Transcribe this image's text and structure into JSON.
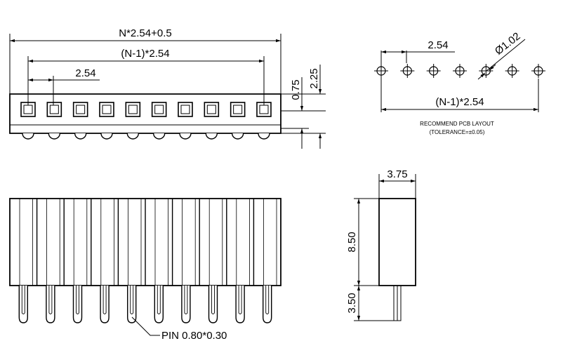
{
  "top_view": {
    "overall_length": "N*2.54+0.5",
    "pitch_span": "(N-1)*2.54",
    "pitch": "2.54",
    "dim_small": "0.75",
    "dim_height": "2.25",
    "pin_count": 10
  },
  "pcb_layout": {
    "pitch": "2.54",
    "hole_diameter": "Ø1.02",
    "pitch_span": "(N-1)*2.54",
    "title": "RECOMMEND  PCB  LAYOUT",
    "tolerance": "(TOLERANCE=±0.05)",
    "hole_count": 7
  },
  "front_view": {
    "pin_label": "PIN  0.80*0.30",
    "pin_count": 10
  },
  "side_view": {
    "width": "3.75",
    "body_height": "8.50",
    "pin_length": "3.50"
  }
}
